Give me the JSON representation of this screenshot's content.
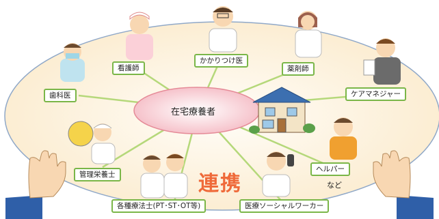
{
  "diagram": {
    "center_label": "在宅療養者",
    "cooperation_label": "連携",
    "etc_label": "など",
    "roles": [
      {
        "id": "dentist",
        "label": "歯科医"
      },
      {
        "id": "nurse",
        "label": "看護師"
      },
      {
        "id": "family_doctor",
        "label": "かかりつけ医"
      },
      {
        "id": "pharmacist",
        "label": "薬剤師"
      },
      {
        "id": "care_manager",
        "label": "ケアマネジャー"
      },
      {
        "id": "dietitian",
        "label": "管理栄養士"
      },
      {
        "id": "therapist",
        "label": "各種療法士(PT･ST･OT等)"
      },
      {
        "id": "social_worker",
        "label": "医療ソーシャルワーカー"
      },
      {
        "id": "helper",
        "label": "ヘルパー"
      }
    ],
    "colors": {
      "connector_line": "#b5d87a",
      "label_border": "#7ab648",
      "center_ellipse_fill": "#f7c9cf",
      "center_ellipse_stroke": "#e58a97",
      "outer_ring": "#8fa8c8",
      "outer_fill": "#fdf4df",
      "cooperation_text": "#ef6a3a",
      "hand_sleeve": "#2f5fa8",
      "skin": "#f8d7b2"
    }
  }
}
